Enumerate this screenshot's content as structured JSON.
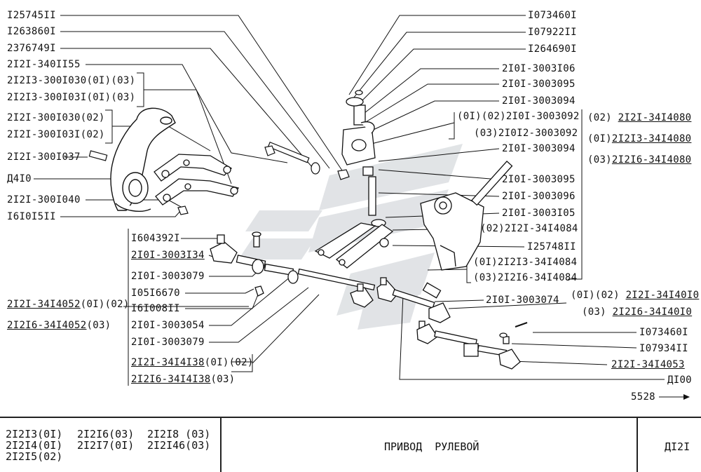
{
  "left_labels": [
    "I25745II",
    "I263860I",
    "2376749I",
    "2I2I-340II55",
    "2I2I3-300I030(0I)(03)",
    "2I2I3-300I03I(0I)(03)",
    "2I2I-300I030(02)",
    "2I2I-300I03I(02)",
    "2I2I-300I037",
    "Д4I0",
    "2I2I-300I040",
    "I6I0I5II"
  ],
  "center_labels": [
    "I604392I",
    "2I0I-3003I34",
    "2I0I-3003079",
    "I05I6670",
    "I6I008II",
    "2I0I-3003054",
    "2I0I-3003079"
  ],
  "center_bottom": {
    "line1_code": "2I2I-34I4I38",
    "line1_suffix": "(0I)(02)",
    "line2_code": "2I2I6-34I4I38",
    "line2_suffix": "(03)"
  },
  "left_bottom": {
    "line1_code": "2I2I-34I4052",
    "line1_suffix": "(0I)(02)",
    "line2_code": "2I2I6-34I4052",
    "line2_suffix": "(03)"
  },
  "right_labels": [
    "I073460I",
    "I07922II",
    "I264690I",
    "2I0I-3003I06",
    "2I0I-3003095",
    "2I0I-3003094",
    "(0I)(02)2I0I-3003092",
    "(03)2I0I2-3003092",
    "2I0I-3003094",
    "2I0I-3003095",
    "2I0I-3003096",
    "2I0I-3003I05",
    "(02)2I2I-34I4084",
    "I25748II",
    "(0I)2I2I3-34I4084",
    "(03)2I2I6-34I4084",
    "2I0I-3003074"
  ],
  "far_right": {
    "a_prefix": "(02) ",
    "a_code": "2I2I-34I4080",
    "b_prefix": "(0I)",
    "b_code": "2I2I3-34I4080",
    "c_prefix": "(03)",
    "c_code": "2I2I6-34I4080",
    "d_prefix": "(0I)(02) ",
    "d_code": "2I2I-34I40I0",
    "e_prefix": "(03) ",
    "e_code": "2I2I6-34I40I0"
  },
  "lower_right_labels": [
    "I073460I",
    "I07934II",
    "2I2I-34I4053",
    "ДI00"
  ],
  "page_ref": "5528",
  "footer": {
    "models_col1": [
      "2I2I3(0I)",
      "2I2I4(0I)",
      "2I2I5(02)"
    ],
    "models_col2": [
      "2I2I6(03)",
      "2I2I7(0I)"
    ],
    "models_col3": [
      "2I2I8 (03)",
      "2I2I46(03)"
    ],
    "title": "ПРИВОД  РУЛЕВОЙ",
    "code": "ДI2I"
  }
}
